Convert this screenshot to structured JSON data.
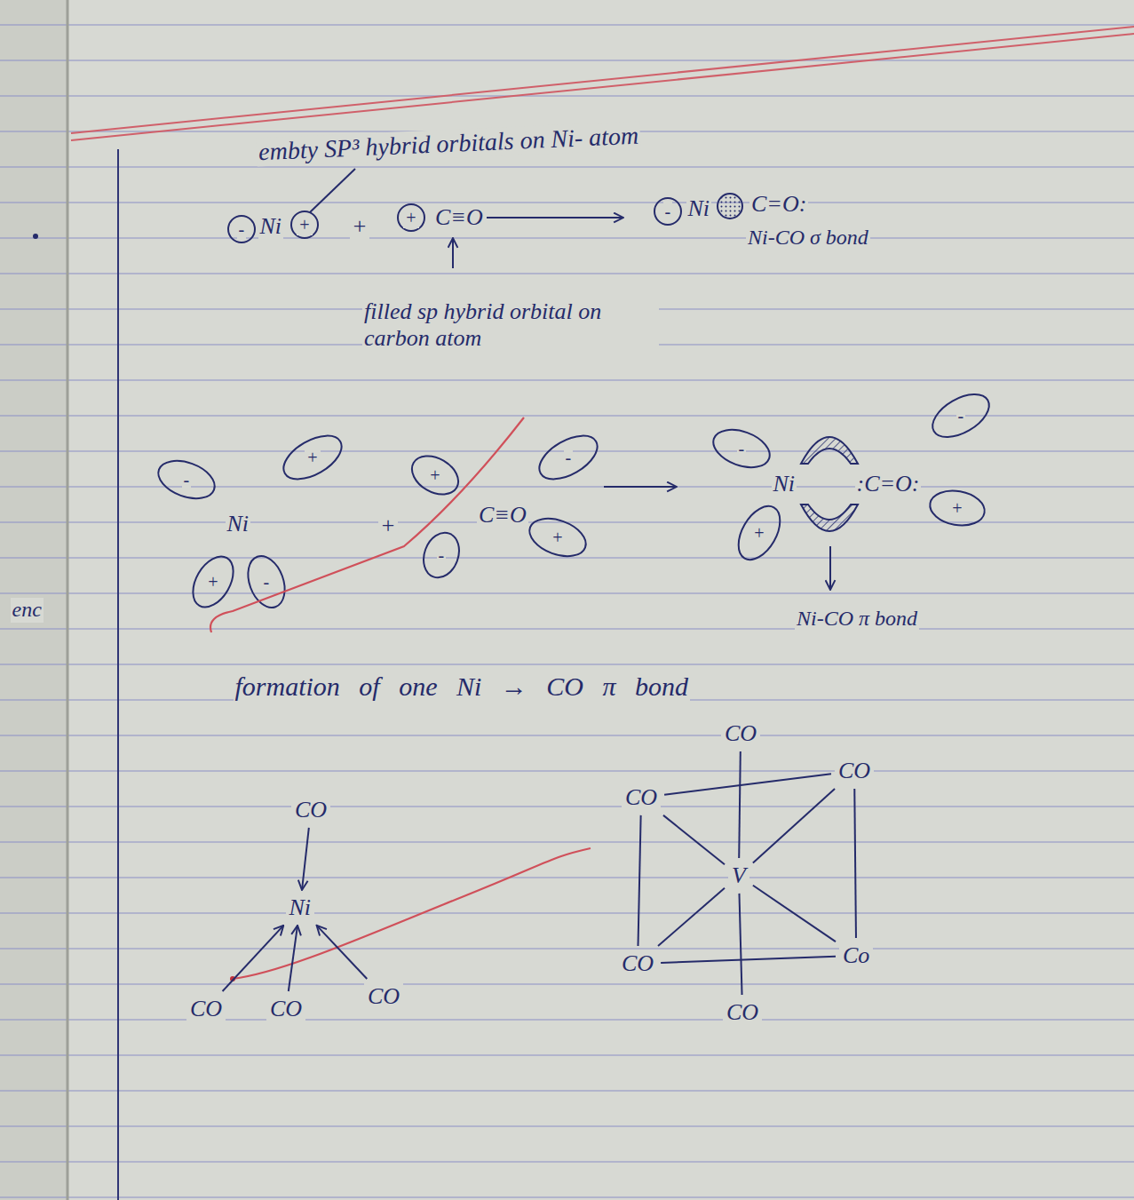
{
  "diagram": {
    "nodes": [
      {
        "text": [
          "CO"
        ]
      },
      {
        "text": [
          "Ni"
        ]
      },
      {
        "text": [
          "CO"
        ]
      },
      {
        "text": [
          "CO"
        ]
      },
      {
        "text": [
          "CO"
        ]
      },
      {
        "text": [
          "CO"
        ]
      },
      {
        "text": [
          "CO"
        ]
      },
      {
        "text": [
          "CO"
        ]
      },
      {
        "text": [
          "V"
        ]
      },
      {
        "text": [
          "CO"
        ]
      },
      {
        "text": [
          "Co"
        ]
      },
      {
        "text": [
          "CO"
        ]
      }
    ],
    "edges": [
      {
        "from": 0,
        "to": 1,
        "arrow": "to"
      },
      {
        "from": 2,
        "to": 1,
        "arrow": "to"
      },
      {
        "from": 3,
        "to": 1,
        "arrow": "to"
      },
      {
        "from": 4,
        "to": 1,
        "arrow": "to"
      },
      {
        "from": 8,
        "to": 5,
        "arrow": "none"
      },
      {
        "from": 8,
        "to": 6,
        "arrow": "none"
      },
      {
        "from": 8,
        "to": 7,
        "arrow": "none"
      },
      {
        "from": 8,
        "to": 9,
        "arrow": "none"
      },
      {
        "from": 8,
        "to": 10,
        "arrow": "none"
      },
      {
        "from": 8,
        "to": 11,
        "arrow": "none"
      },
      {
        "from": 6,
        "to": 7,
        "arrow": "none"
      },
      {
        "from": 7,
        "to": 10,
        "arrow": "none"
      },
      {
        "from": 10,
        "to": 9,
        "arrow": "none"
      },
      {
        "from": 9,
        "to": 6,
        "arrow": "none"
      }
    ],
    "labels": [
      "embty SP³ hybrid orbitals on Ni- atom",
      "-",
      "Ni",
      "+",
      "+",
      "+",
      "C≡O",
      "-",
      "Ni",
      "C=O:",
      "Ni-CO σ bond",
      "filled sp hybrid orbital on carbon atom",
      "-",
      "+",
      "+",
      "-",
      "Ni",
      "+",
      "C≡O",
      "+",
      "-",
      "-",
      "+",
      "Ni",
      ":C=O:",
      "-",
      "-",
      "+",
      "+",
      "Ni-CO π bond",
      "formation of one Ni → CO π bond",
      "enc"
    ]
  }
}
